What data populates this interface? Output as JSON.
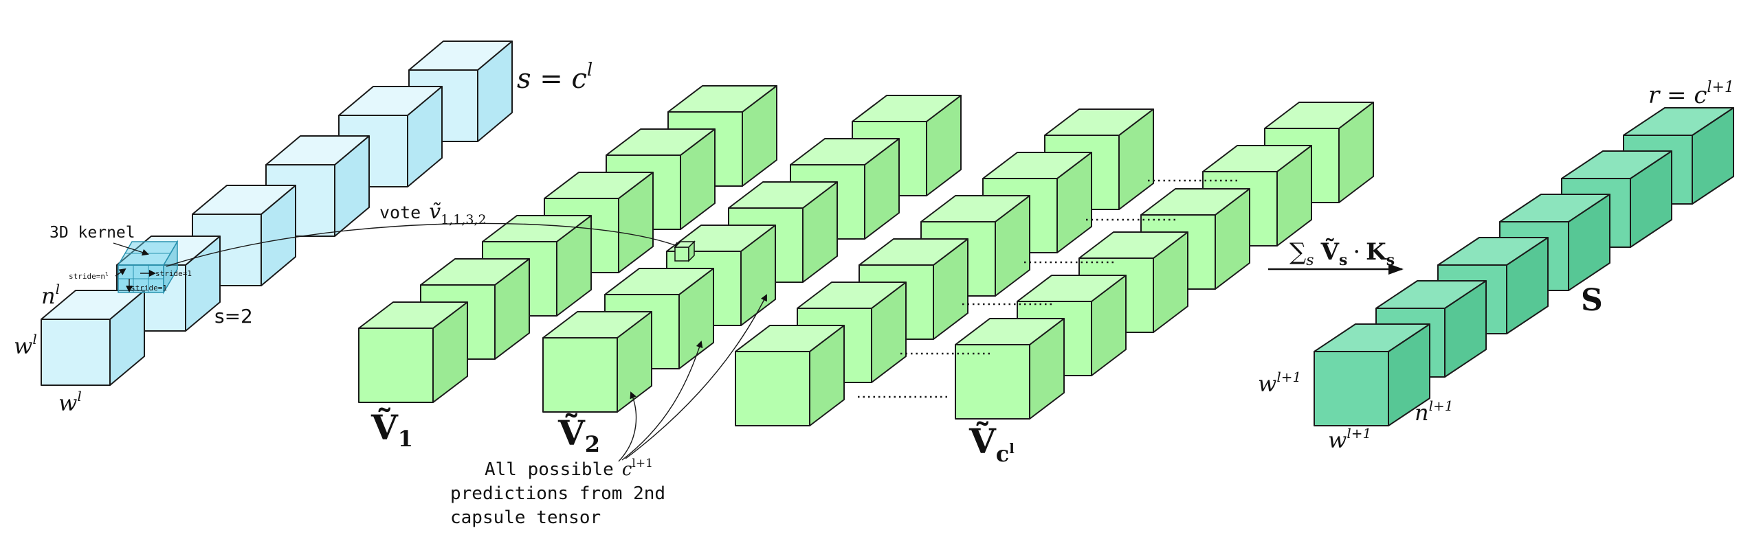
{
  "colors": {
    "input_front": "#d3f3fb",
    "input_top": "#e4f8fd",
    "input_side": "#b6e8f5",
    "vote_front": "#b5ffae",
    "vote_top": "#c9ffc3",
    "vote_side": "#9bea94",
    "out_front": "#6fd8aa",
    "out_top": "#8ce4bd",
    "out_side": "#57c795",
    "kernel": "#5fcbe8"
  },
  "labels": {
    "s_equals_c": "s = c",
    "s_equals_c_sup": "l",
    "kernel_label": "3D kernel",
    "stride_n": "stride=n",
    "stride_n_sup": "l",
    "stride_1a": "stride=1",
    "stride_1b": "stride=1",
    "n_l": "n",
    "n_l_sup": "l",
    "w_l_left": "w",
    "w_l_left_sup": "l",
    "w_l_bottom": "w",
    "w_l_bottom_sup": "l",
    "s_two": "s=2",
    "vote_word": "vote",
    "vote_sym": "ṽ",
    "vote_sub": "1,1,3,2",
    "v1": "Ṽ",
    "v1_sub": "1",
    "v2": "Ṽ",
    "v2_sub": "2",
    "vc": "Ṽ",
    "vc_sub": "c",
    "vc_sub_sup": "l",
    "preds_line1_a": "All possible",
    "preds_line1_c": "c",
    "preds_line1_sup": "l+1",
    "preds_line2": "predictions from 2nd",
    "preds_line3": "capsule tensor",
    "sum_sigma": "∑",
    "sum_sub": "s",
    "sum_V": "Ṽ",
    "sum_V_sub": "s",
    "sum_dot": "·",
    "sum_K": "K",
    "sum_K_sub": "s",
    "r_equals_c": "r = c",
    "r_equals_c_sup": "l+1",
    "S_label": "S",
    "w_out_left": "w",
    "w_out_left_sup": "l+1",
    "n_out": "n",
    "n_out_sup": "l+1",
    "w_out_bottom": "w",
    "w_out_bottom_sup": "l+1"
  }
}
